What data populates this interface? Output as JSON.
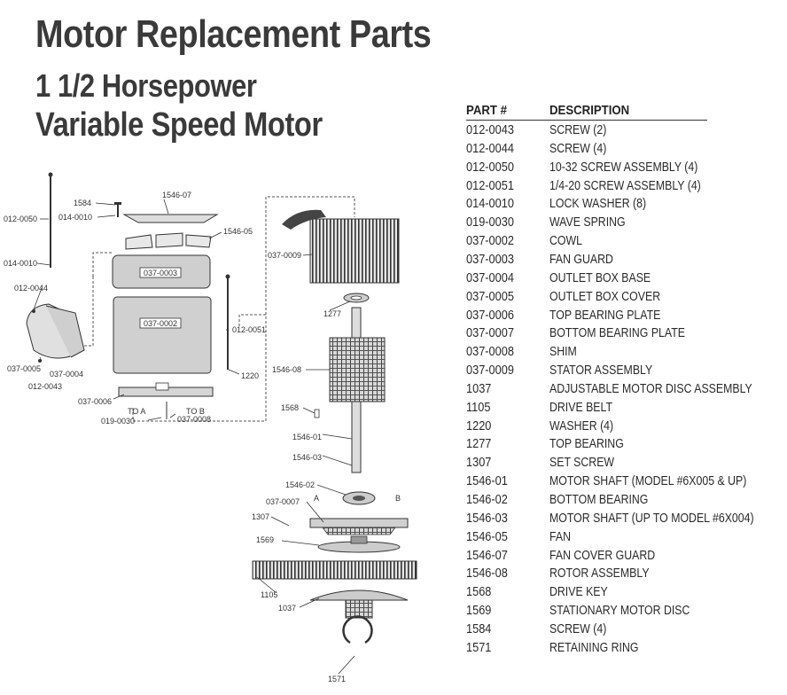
{
  "title": {
    "line1": "Motor Replacement Parts",
    "line2": "1 1/2 Horsepower",
    "line3": "Variable Speed Motor"
  },
  "table": {
    "header_part": "PART #",
    "header_desc": "DESCRIPTION",
    "rows": [
      {
        "part": "012-0043",
        "desc": "SCREW (2)"
      },
      {
        "part": "012-0044",
        "desc": "SCREW (4)"
      },
      {
        "part": "012-0050",
        "desc": "10-32 SCREW ASSEMBLY (4)"
      },
      {
        "part": "012-0051",
        "desc": "1/4-20 SCREW ASSEMBLY (4)"
      },
      {
        "part": "014-0010",
        "desc": "LOCK WASHER (8)"
      },
      {
        "part": "019-0030",
        "desc": "WAVE SPRING"
      },
      {
        "part": "037-0002",
        "desc": "COWL"
      },
      {
        "part": "037-0003",
        "desc": "FAN GUARD"
      },
      {
        "part": "037-0004",
        "desc": "OUTLET BOX BASE"
      },
      {
        "part": "037-0005",
        "desc": "OUTLET BOX COVER"
      },
      {
        "part": "037-0006",
        "desc": "TOP BEARING PLATE"
      },
      {
        "part": "037-0007",
        "desc": "BOTTOM BEARING PLATE"
      },
      {
        "part": "037-0008",
        "desc": "SHIM"
      },
      {
        "part": "037-0009",
        "desc": "STATOR ASSEMBLY"
      },
      {
        "part": "1037",
        "desc": "ADJUSTABLE MOTOR DISC ASSEMBLY"
      },
      {
        "part": "1105",
        "desc": "DRIVE BELT"
      },
      {
        "part": "1220",
        "desc": "WASHER (4)"
      },
      {
        "part": "1277",
        "desc": "TOP BEARING"
      },
      {
        "part": "1307",
        "desc": "SET SCREW"
      },
      {
        "part": "1546-01",
        "desc": "MOTOR SHAFT (MODEL #6X005 & UP)"
      },
      {
        "part": "1546-02",
        "desc": "BOTTOM BEARING"
      },
      {
        "part": "1546-03",
        "desc": "MOTOR SHAFT (UP TO MODEL #6X004)"
      },
      {
        "part": "1546-05",
        "desc": "FAN"
      },
      {
        "part": "1546-07",
        "desc": "FAN COVER GUARD"
      },
      {
        "part": "1546-08",
        "desc": "ROTOR ASSEMBLY"
      },
      {
        "part": "1568",
        "desc": "DRIVE KEY"
      },
      {
        "part": "1569",
        "desc": "STATIONARY MOTOR DISC"
      },
      {
        "part": "1584",
        "desc": "SCREW (4)"
      },
      {
        "part": "1571",
        "desc": "RETAINING RING"
      }
    ]
  },
  "diagram": {
    "callouts": {
      "c1584": "1584",
      "c1546_07": "1546-07",
      "c012_0050": "012-0050",
      "c014_0010_a": "014-0010",
      "c1546_05": "1546-05",
      "c037_0003": "037-0003",
      "c014_0010_b": "014-0010",
      "c012_0044": "012-0044",
      "c037_0002": "037-0002",
      "c012_0051": "012-0051",
      "c037_0005": "037-0005",
      "c037_0004": "037-0004",
      "c012_0043": "012-0043",
      "c1220": "1220",
      "c037_0006": "037-0006",
      "to_a": "TO A",
      "to_b": "TO B",
      "c019_0030": "019-0030",
      "c037_0008": "037-0008",
      "c037_0009": "037-0009",
      "c1277": "1277",
      "c1546_08": "1546-08",
      "c1568": "1568",
      "c1546_01": "1546-01",
      "c1546_03": "1546-03",
      "c1546_02": "1546-02",
      "c037_0007": "037-0007",
      "mark_a": "A",
      "mark_b": "B",
      "c1307": "1307",
      "c1569": "1569",
      "c1105": "1105",
      "c1037": "1037",
      "c1571": "1571"
    }
  }
}
